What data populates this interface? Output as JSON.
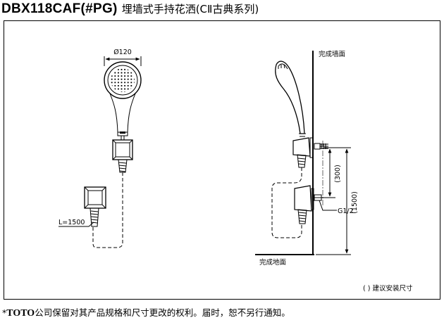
{
  "title": {
    "model": "DBX118CAF(#PG)",
    "name": "埋墙式手持花洒(CⅡ古典系列)"
  },
  "labels": {
    "diameter": "Ø120",
    "hose_length": "L=1500",
    "wall": "完成墙面",
    "floor": "完成地面",
    "dim_300": "(300)",
    "dim_1500": "(1500)",
    "thread": "G1/2",
    "note": "( ) 建议安装尺寸"
  },
  "footer": {
    "star": "*",
    "brand": "TOTO",
    "text": "公司保留对其产品规格和尺寸更改的权利。届时，恕不另行通知。"
  }
}
